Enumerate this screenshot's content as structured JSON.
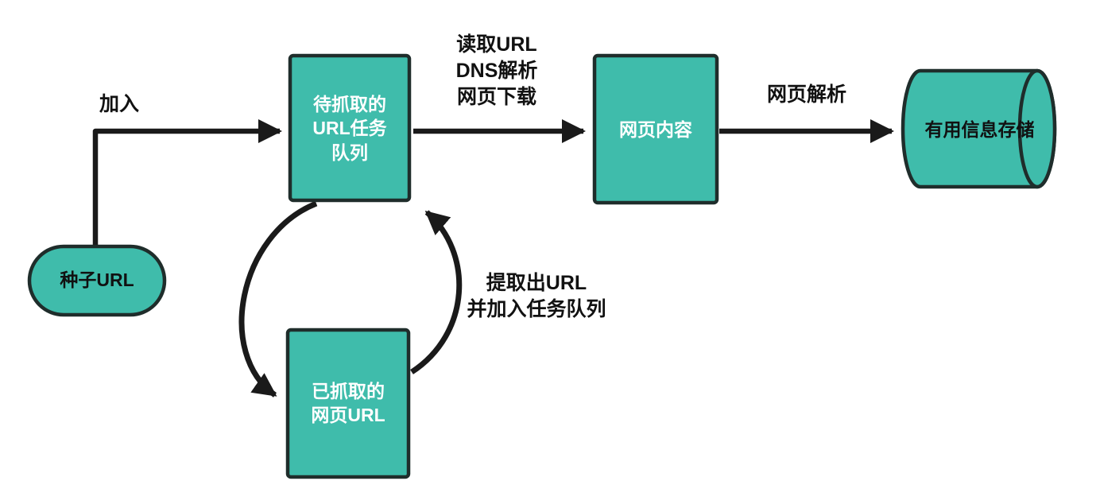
{
  "diagram": {
    "nodes": {
      "seed_url": {
        "label": "种子URL"
      },
      "task_queue": {
        "label": "待抓取的\nURL任务\n队列"
      },
      "page_content": {
        "label": "网页内容"
      },
      "storage": {
        "label": "有用信息存储"
      },
      "crawled_urls": {
        "label": "已抓取的\n网页URL"
      }
    },
    "edges": {
      "join": {
        "label": "加入"
      },
      "fetch": {
        "label": "读取URL\nDNS解析\n网页下载"
      },
      "parse": {
        "label": "网页解析"
      },
      "extract": {
        "label": "提取出URL\n并加入任务队列"
      }
    },
    "colors": {
      "node_fill": "#3fbcab",
      "node_border": "#1f2d2b",
      "arrow": "#1a1a1a",
      "node_text_light": "#ffffff",
      "node_text_dark": "#111111",
      "background": "#ffffff"
    }
  }
}
